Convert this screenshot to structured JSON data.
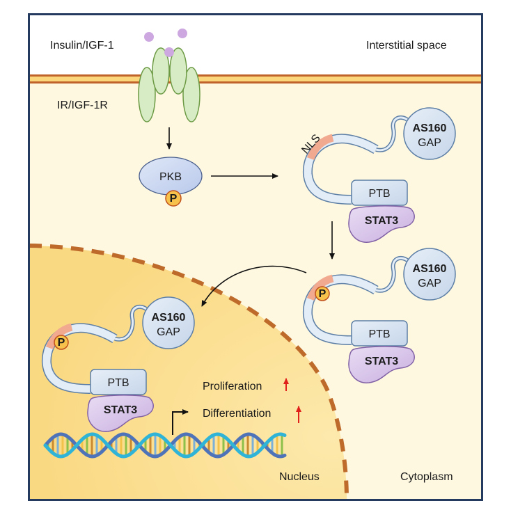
{
  "labels": {
    "ligand": "Insulin/IGF-1",
    "receptor": "IR/IGF-1R",
    "interstitial": "Interstitial space",
    "cytoplasm": "Cytoplasm",
    "nucleus": "Nucleus"
  },
  "pkb": {
    "name": "PKB",
    "phospho": "P"
  },
  "complexes": [
    {
      "id": "cytoplasm-unphosphorylated",
      "nls": "NLS",
      "gap_title": "AS160",
      "gap_sub": "GAP",
      "ptb": "PTB",
      "stat": "STAT3"
    },
    {
      "id": "cytoplasm-phosphorylated",
      "phospho": "P",
      "gap_title": "AS160",
      "gap_sub": "GAP",
      "ptb": "PTB",
      "stat": "STAT3"
    },
    {
      "id": "nucleus-phosphorylated",
      "phospho": "P",
      "gap_title": "AS160",
      "gap_sub": "GAP",
      "ptb": "PTB",
      "stat": "STAT3"
    }
  ],
  "outcomes": [
    {
      "label": "Proliferation",
      "direction": "up"
    },
    {
      "label": "Differentiation",
      "direction": "up"
    }
  ],
  "colors": {
    "frame": "#243a5e",
    "membrane_outer": "#c0632a",
    "membrane_inner": "#fbd67a",
    "cytoplasm": "#fef8e1",
    "nucleus": "#fbe49a",
    "receptor": "#d7ecc4",
    "ligand": "#cda8e0",
    "pkb": "#c9d6f0",
    "gap": "#d4e3f1",
    "stat3": "#d9c4ea",
    "phospho": "#f7c24b",
    "nls": "#f1a98f",
    "up_arrow": "#e0201a"
  }
}
